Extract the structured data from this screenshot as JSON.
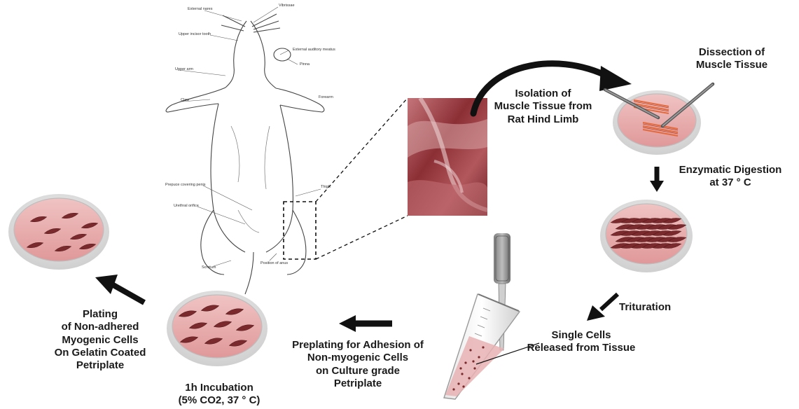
{
  "rat_labels": {
    "external_nares": "External nares",
    "vibrissae": "Vibrissae",
    "upper_incisor": "Upper incisor tooth",
    "auditory_meatus": "External auditory meatus",
    "pinna": "Pinna",
    "upper_arm": "Upper arm",
    "forearm": "Forearm",
    "claw": "Claw",
    "prepuce": "Prepuce covering penis",
    "thigh": "Thigh",
    "urethral_orifice": "Urethral orifice",
    "scrotum": "Scrotum",
    "anus": "Position of anus"
  },
  "steps": {
    "dissection": [
      "Dissection of",
      "Muscle Tissue"
    ],
    "isolation": [
      "Isolation of",
      "Muscle Tissue from",
      "Rat Hind Limb"
    ],
    "digestion": [
      "Enzymatic Digestion",
      "at 37 ° C"
    ],
    "trituration": [
      "Trituration"
    ],
    "single_cells": [
      "Single Cells",
      "Released from Tissue"
    ],
    "preplating": [
      "Preplating for Adhesion of",
      "Non-myogenic Cells",
      "on Culture grade",
      "Petriplate"
    ],
    "incubation": [
      "1h Incubation",
      "(5% CO2, 37 ° C)"
    ],
    "plating": [
      "Plating",
      "of Non-adhered",
      "Myogenic Cells",
      "On Gelatin Coated",
      "Petriplate"
    ]
  },
  "colors": {
    "dish_fill": "#e8a9aa",
    "dish_rim": "#d6d6d6",
    "cell": "#7a2a2c",
    "arrow": "#111111",
    "tissue": "#9b3b3f"
  }
}
